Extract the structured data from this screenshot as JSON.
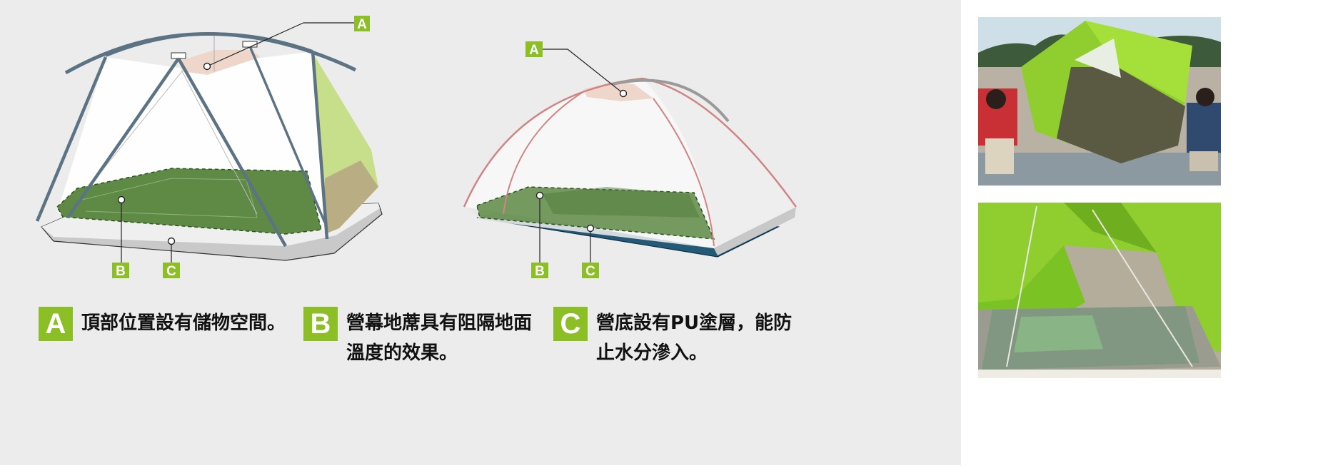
{
  "labels": {
    "a": "A",
    "b": "B",
    "c": "C"
  },
  "legend": [
    {
      "letter": "A",
      "text": "頂部位置設有儲物空間。"
    },
    {
      "letter": "B",
      "text": "營幕地蓆具有阻隔地面溫度的效果。"
    },
    {
      "letter": "C",
      "text": "營底設有PU塗層，能防止水分滲入。"
    }
  ],
  "colors": {
    "label_green": "#8cbf26",
    "floor_green": "#5e8a45",
    "pole_blue": "#5c7384",
    "dome_pole_pink": "#d08585",
    "groundsheet_blue": "#235a78",
    "tent_green": "#8fce2e"
  },
  "photos": [
    {
      "name": "tent-setup-photo",
      "subject": "two people pitching a green tent on a groundsheet"
    },
    {
      "name": "tent-interior-photo",
      "subject": "view inside green tent showing floor groundsheet"
    }
  ]
}
